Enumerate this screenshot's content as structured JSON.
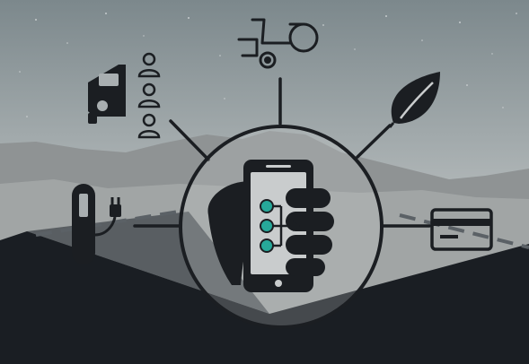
{
  "scene": {
    "hub": {
      "icon": "hand-holding-smartphone-with-route-options"
    },
    "spokes": [
      {
        "name": "carpooling",
        "icon": "car-with-three-passengers-icon"
      },
      {
        "name": "accessibility",
        "icon": "wheelchair-icon"
      },
      {
        "name": "sustainability",
        "icon": "leaf-icon"
      },
      {
        "name": "electric-charging",
        "icon": "charging-station-plug-icon"
      },
      {
        "name": "payment",
        "icon": "credit-card-icon"
      }
    ],
    "colors": {
      "sky_top": "#7f8b8e",
      "sky_bottom": "#cfd3d3",
      "mountains": "#8e9293",
      "road": "#191d22",
      "icon": "#1b1e22",
      "route_nodes": "#27a99a",
      "lines": "#1b1e22"
    }
  }
}
